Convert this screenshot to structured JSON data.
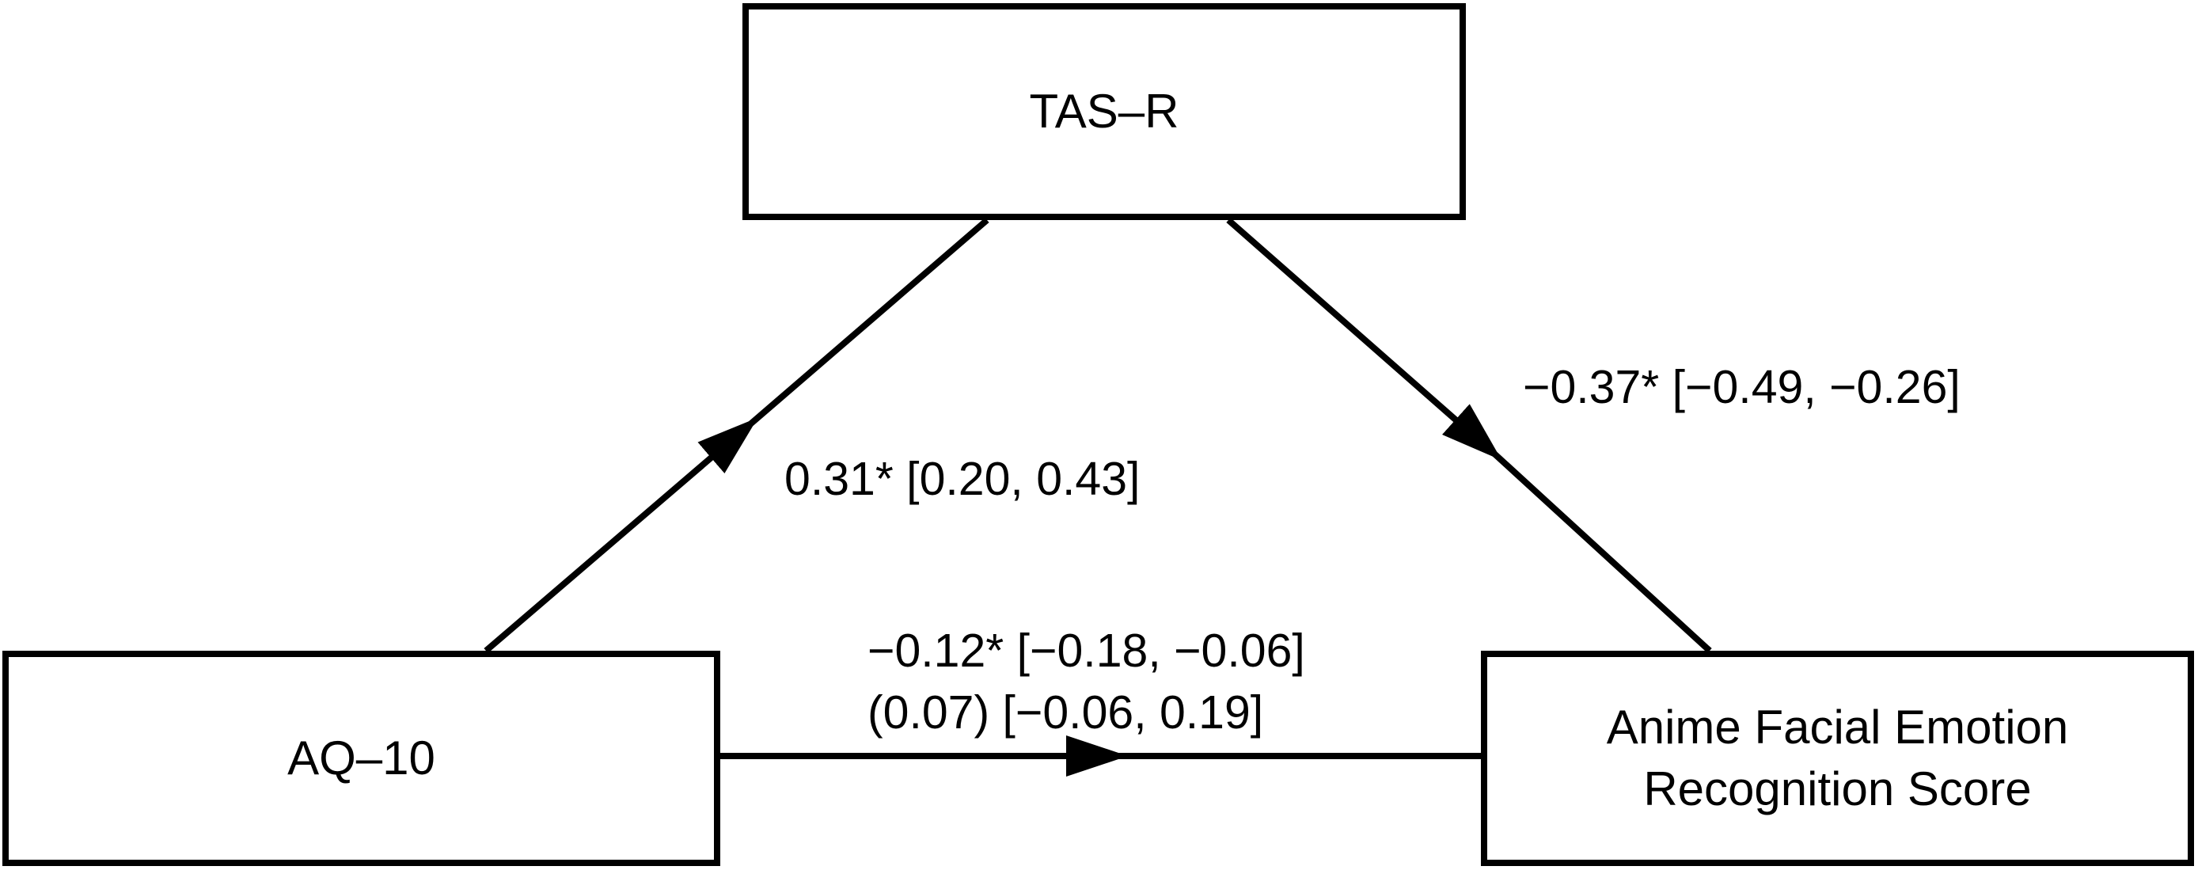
{
  "diagram": {
    "title": "Mediation path diagram",
    "nodes": {
      "mediator": {
        "label": "TAS–R"
      },
      "predictor": {
        "label": "AQ–10"
      },
      "outcome": {
        "label_line1": "Anime Facial Emotion",
        "label_line2": "Recognition Score"
      }
    },
    "paths": {
      "a": {
        "from": "AQ–10",
        "to": "TAS–R",
        "label": "0.31* [0.20, 0.43]"
      },
      "b": {
        "from": "TAS–R",
        "to": "Anime Facial Emotion Recognition Score",
        "label": "−0.37* [−0.49, −0.26]"
      },
      "c": {
        "from": "AQ–10",
        "to": "Anime Facial Emotion Recognition Score",
        "direct_label": "−0.12* [−0.18, −0.06]",
        "total_label": "(0.07) [−0.06, 0.19]"
      }
    },
    "colors": {
      "line": "#000000",
      "text": "#000000",
      "background": "#ffffff"
    }
  }
}
